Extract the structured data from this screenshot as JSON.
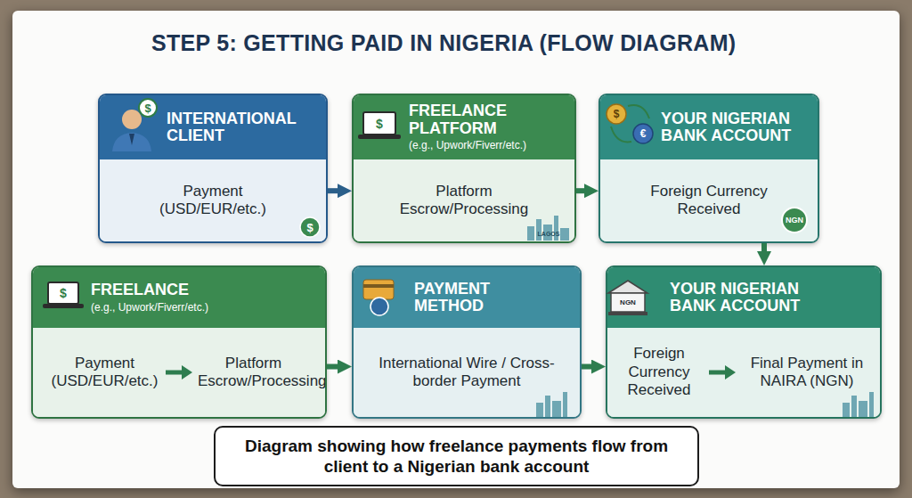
{
  "diagram": {
    "title": "STEP 5: GETTING PAID IN NIGERIA (FLOW DIAGRAM)",
    "caption": "Diagram showing how freelance payments flow from client to a Nigerian bank account",
    "nodes": [
      {
        "text": [
          "INTERNATIONAL CLIENT",
          "Payment (USD/EUR/etc.)"
        ]
      },
      {
        "text": [
          "FREELANCE PLATFORM",
          "(e.g., Upwork/Fiverr/etc.)",
          "Platform Escrow/Processing"
        ]
      },
      {
        "text": [
          "YOUR NIGERIAN BANK ACCOUNT",
          "Foreign Currency Received"
        ]
      },
      {
        "text": [
          "FREELANCE",
          "(e.g., Upwork/Fiverr/etc.)",
          "Payment (USD/EUR/etc.)",
          "Platform Escrow/Processing"
        ]
      },
      {
        "text": [
          "PAYMENT METHOD",
          "International Wire / Cross-border Payment"
        ]
      },
      {
        "text": [
          "YOUR NIGERIAN BANK ACCOUNT",
          "Foreign Currency Received",
          "Final Payment in NAIRA (NGN)"
        ]
      }
    ],
    "edges": [
      {
        "from": 0,
        "to": 1,
        "arrow": "to"
      },
      {
        "from": 1,
        "to": 2,
        "arrow": "to"
      },
      {
        "from": 2,
        "to": 5,
        "arrow": "to"
      },
      {
        "from": 3,
        "to": 4,
        "arrow": "to"
      },
      {
        "from": 4,
        "to": 5,
        "arrow": "to"
      }
    ],
    "labels": [
      "$",
      "$",
      "$",
      "LAGOS",
      "$",
      "€",
      "NGN",
      "$",
      "NGN"
    ]
  }
}
